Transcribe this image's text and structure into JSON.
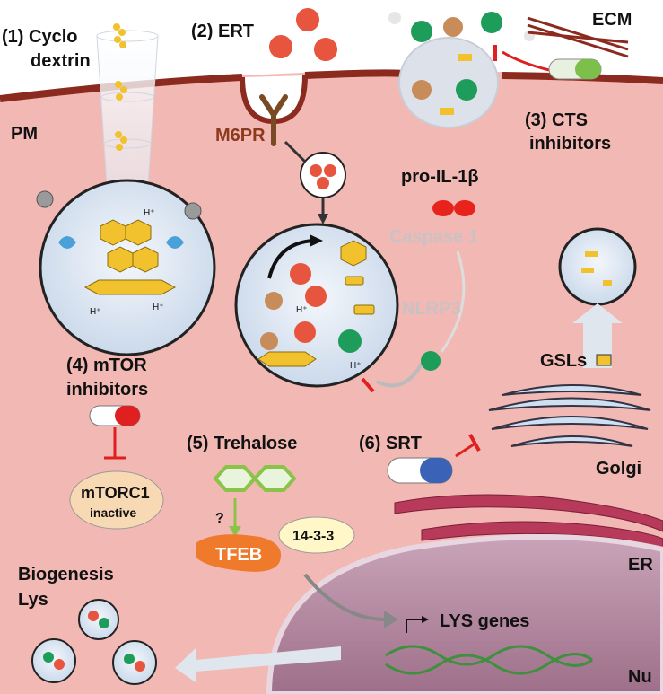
{
  "labels": {
    "cyclodextrin_line1": "(1) Cyclo",
    "cyclodextrin_line2": "dextrin",
    "ert": "(2) ERT",
    "ecm": "ECM",
    "pm": "PM",
    "m6pr": "M6PR",
    "cts_line1": "(3) CTS",
    "cts_line2": "inhibitors",
    "pro_il1b": "pro-IL-1β",
    "caspase1": "Caspase 1",
    "nlrp3": "NLRP3",
    "mtor_line1": "(4) mTOR",
    "mtor_line2": "inhibitors",
    "mtorc1_line1": "mTORC1",
    "mtorc1_line2": "inactive",
    "trehalose": "(5) Trehalose",
    "question": "?",
    "protein_1433": "14-3-3",
    "tfeb": "TFEB",
    "srt": "(6) SRT",
    "gsls": "GSLs",
    "golgi": "Golgi",
    "er": "ER",
    "biogenesis": "Biogenesis",
    "lys": "Lys",
    "lys_genes": "LYS genes",
    "nu": "Nu",
    "h_plus": "H⁺"
  },
  "colors": {
    "cytoplasm": "#f2b8b3",
    "membrane": "#8b2a1e",
    "lysosome_fill": "#dfe8f3",
    "enzyme_red": "#e8553e",
    "enzyme_green": "#1e9c5a",
    "lipid_yellow": "#f2c12e",
    "inhibitor_red": "#e02020",
    "nucleus": "#b58aa3",
    "er_golgi": "#b83a5a",
    "tfeb_orange": "#f07a2c",
    "trehalose_green": "#8bc34a"
  }
}
